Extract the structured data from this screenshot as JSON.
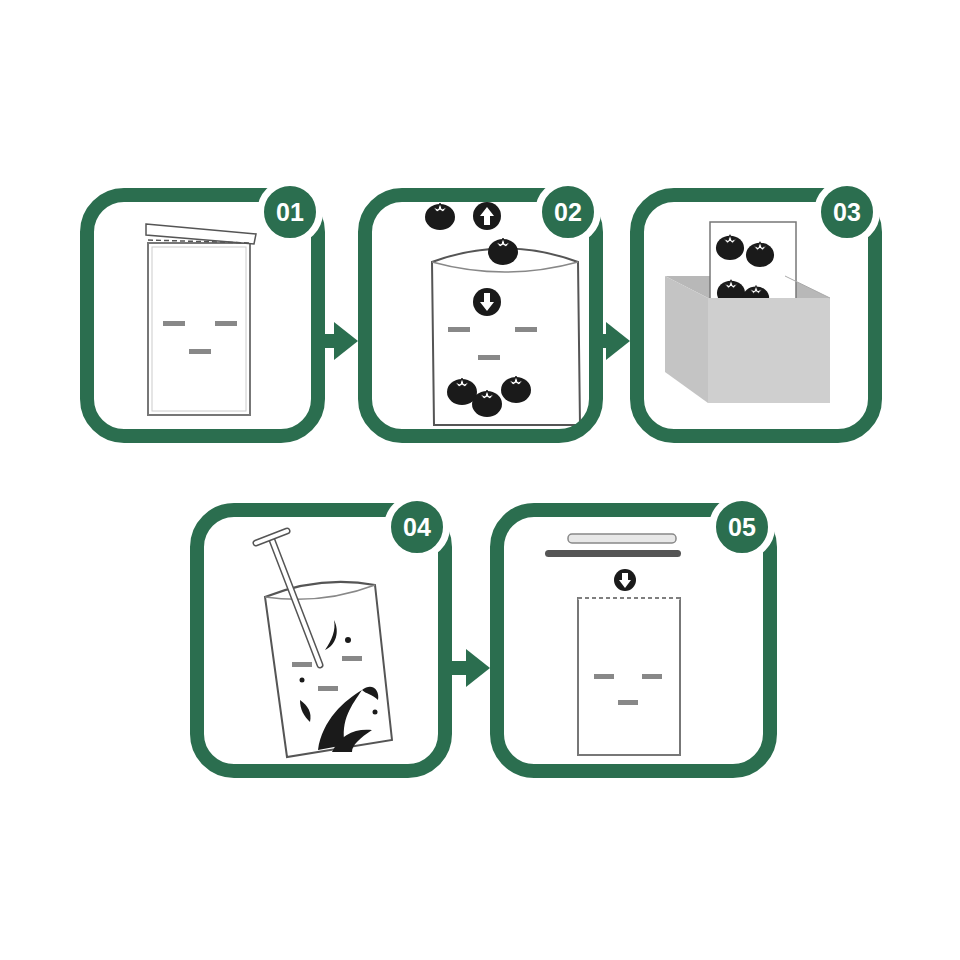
{
  "diagram": {
    "nodes": [
      {
        "text": [
          "01"
        ]
      },
      {
        "text": [
          "02"
        ]
      },
      {
        "text": [
          "03"
        ]
      },
      {
        "text": [
          "04"
        ]
      },
      {
        "text": [
          "05"
        ]
      }
    ],
    "edges": [
      {
        "from": 0,
        "to": 1,
        "arrow": "to"
      },
      {
        "from": 1,
        "to": 2,
        "arrow": "to"
      },
      {
        "from": 3,
        "to": 4,
        "arrow": "to"
      }
    ]
  }
}
